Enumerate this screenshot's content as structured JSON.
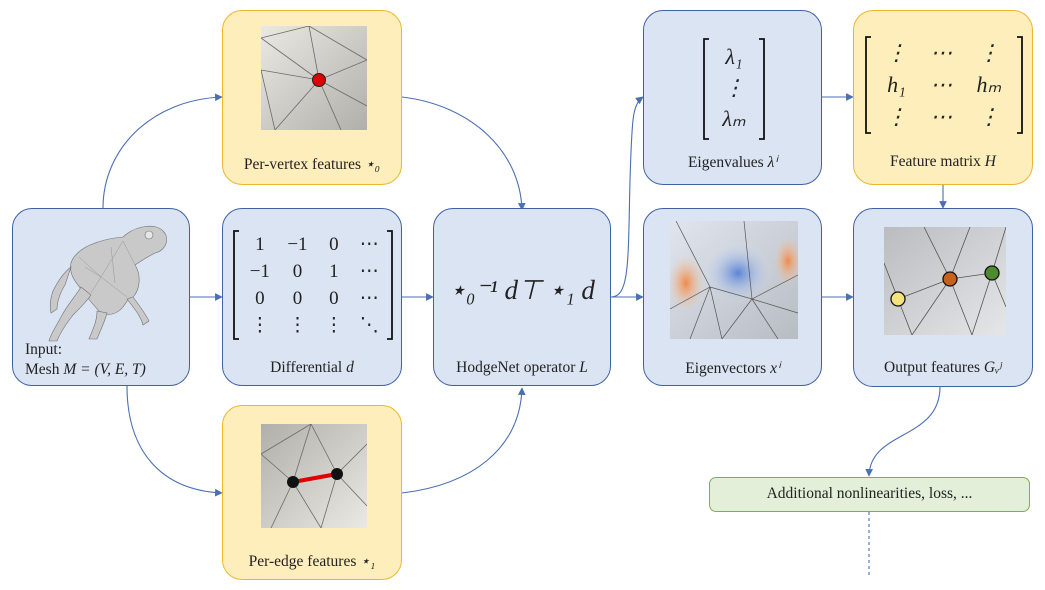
{
  "nodes": {
    "input": {
      "label_line1": "Input:",
      "label_line2": "Mesh ",
      "label_math": "M = (V, E, T)"
    },
    "differential": {
      "label": "Differential ",
      "label_math": "d",
      "matrix": [
        [
          "1",
          "−1",
          "0",
          "⋯"
        ],
        [
          "−1",
          "0",
          "1",
          "⋯"
        ],
        [
          "0",
          "0",
          "0",
          "⋯"
        ],
        [
          "⋮",
          "⋮",
          "⋮",
          "⋱"
        ]
      ]
    },
    "per_vertex": {
      "label": "Per-vertex features ",
      "label_math": "⋆₀"
    },
    "per_edge": {
      "label": "Per-edge features ",
      "label_math": "⋆₁"
    },
    "hodgenet": {
      "label": "HodgeNet operator ",
      "label_math": "L",
      "formula": "⋆₀⁻¹ d⊤ ⋆₁ d"
    },
    "eigenvalues": {
      "label": "Eigenvalues ",
      "label_math": "λⁱ",
      "entries": [
        "λ₁",
        "⋮",
        "λₘ"
      ]
    },
    "eigenvectors": {
      "label": "Eigenvectors ",
      "label_math": "xⁱ"
    },
    "feature_matrix": {
      "label": "Feature matrix ",
      "label_math": "H",
      "matrix": [
        [
          "⋮",
          "⋯",
          "⋮"
        ],
        [
          "h₁",
          "⋯",
          "hₘ"
        ],
        [
          "⋮",
          "⋯",
          "⋮"
        ]
      ]
    },
    "output": {
      "label": "Output features ",
      "label_math": "Gᵥʲ"
    },
    "nonlinear": {
      "label": "Additional nonlinearities, loss, ..."
    }
  },
  "colors": {
    "blue_fill": "#dbe4f3",
    "blue_border": "#3f62a5",
    "yellow_fill": "#fdeebb",
    "yellow_border": "#efb52c",
    "green_fill": "#e3efd9",
    "green_border": "#7fae57",
    "arrow": "#4a6fb3",
    "highlight_red": "#e00000",
    "dot_yellow": "#f6e27a",
    "dot_orange": "#c8621a",
    "dot_green": "#4f8a2e"
  }
}
